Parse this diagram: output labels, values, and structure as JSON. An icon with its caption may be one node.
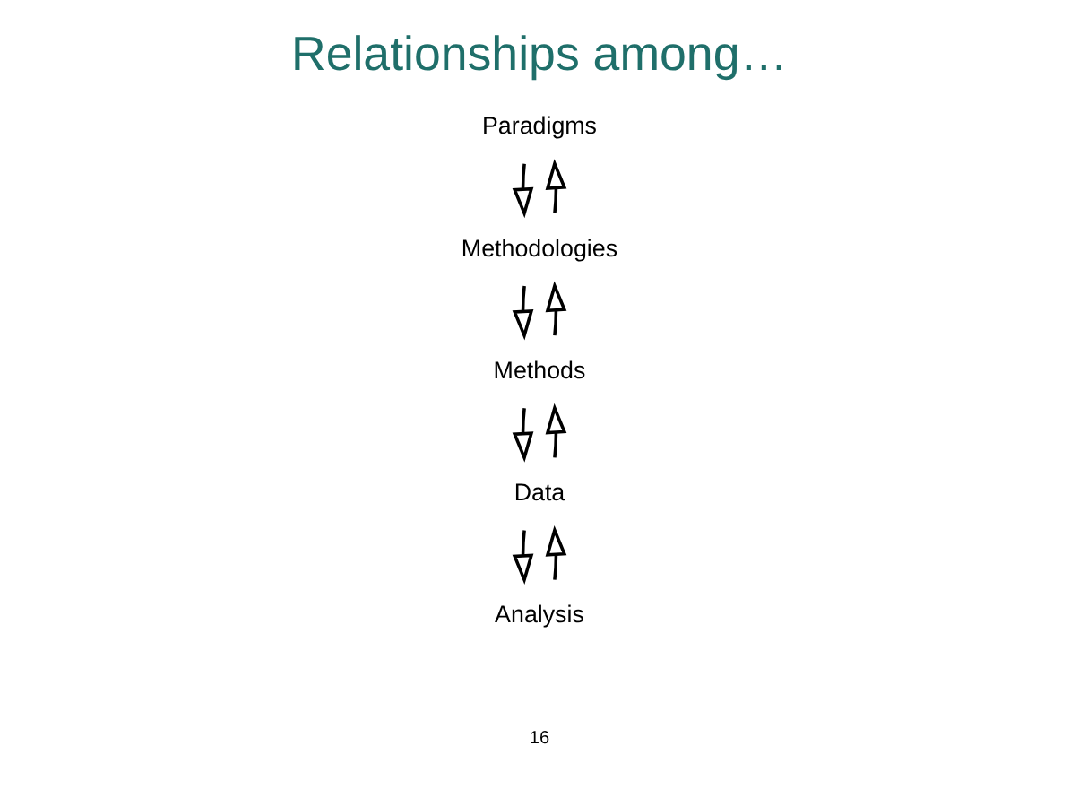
{
  "diagram": {
    "title": "Relationships among…",
    "nodes": [
      {
        "text": [
          "Paradigms"
        ]
      },
      {
        "text": [
          "Methodologies"
        ]
      },
      {
        "text": [
          "Methods"
        ]
      },
      {
        "text": [
          "Data"
        ]
      },
      {
        "text": [
          "Analysis"
        ]
      }
    ],
    "edges": [
      {
        "from": 1,
        "to": 0,
        "arrow": "to"
      },
      {
        "from": 0,
        "to": 1,
        "arrow": "to"
      },
      {
        "from": 2,
        "to": 1,
        "arrow": "to"
      },
      {
        "from": 1,
        "to": 2,
        "arrow": "to"
      },
      {
        "from": 3,
        "to": 2,
        "arrow": "to"
      },
      {
        "from": 2,
        "to": 3,
        "arrow": "to"
      },
      {
        "from": 4,
        "to": 3,
        "arrow": "to"
      },
      {
        "from": 3,
        "to": 4,
        "arrow": "to"
      }
    ],
    "labels": [
      "16"
    ]
  }
}
